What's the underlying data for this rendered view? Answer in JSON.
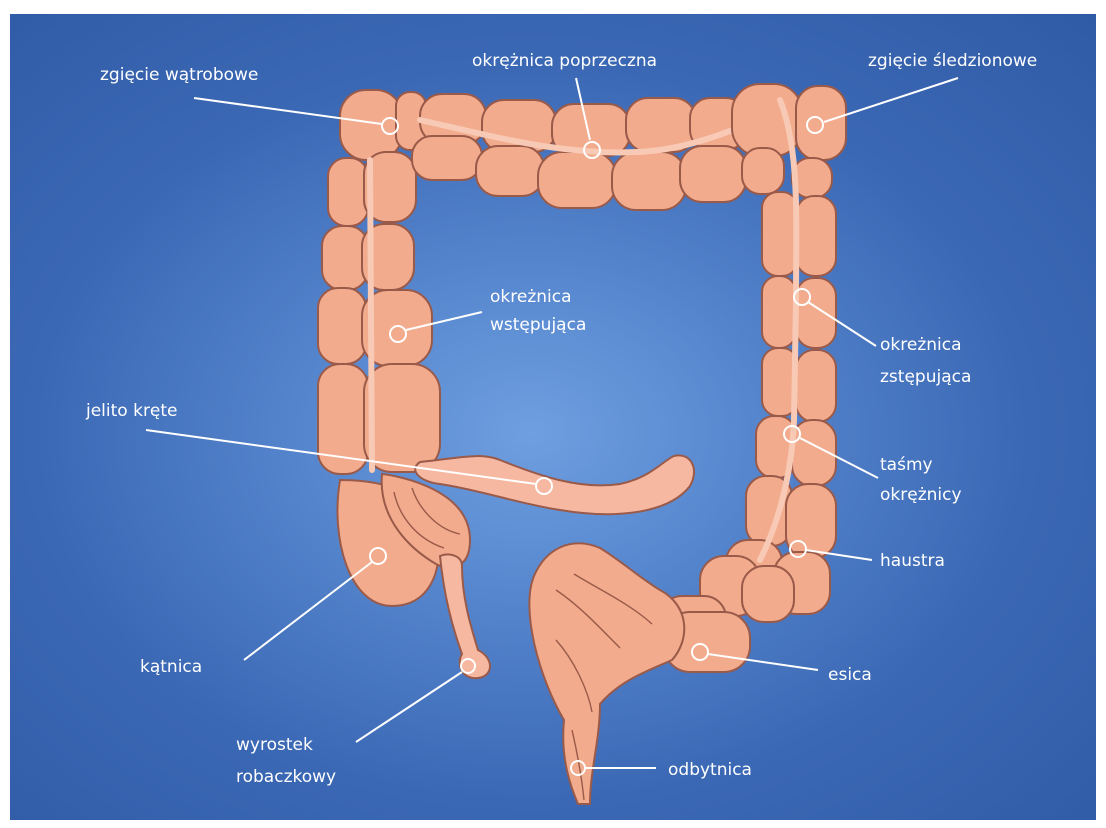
{
  "labels": {
    "hepatic_flexure": "zgięcie wątrobowe",
    "transverse_colon": "okrężnica poprzeczna",
    "splenic_flexure": "zgięcie śledzionowe",
    "ascending_colon_1": "okreżnica",
    "ascending_colon_2": "wstępująca",
    "descending_colon_1": "okreżnica",
    "descending_colon_2": "zstępująca",
    "ileum": "jelito kręte",
    "taenia_1": "taśmy",
    "taenia_2": "okrężnicy",
    "haustra": "haustra",
    "cecum": "kątnica",
    "sigmoid": "esica",
    "appendix_1": "wyrostek",
    "appendix_2": "robaczkowy",
    "rectum": "odbytnica"
  },
  "colors": {
    "background": "#3b68b4",
    "colon": "#f2ab8c",
    "outline": "#9a5a4a",
    "label": "#ffffff"
  }
}
